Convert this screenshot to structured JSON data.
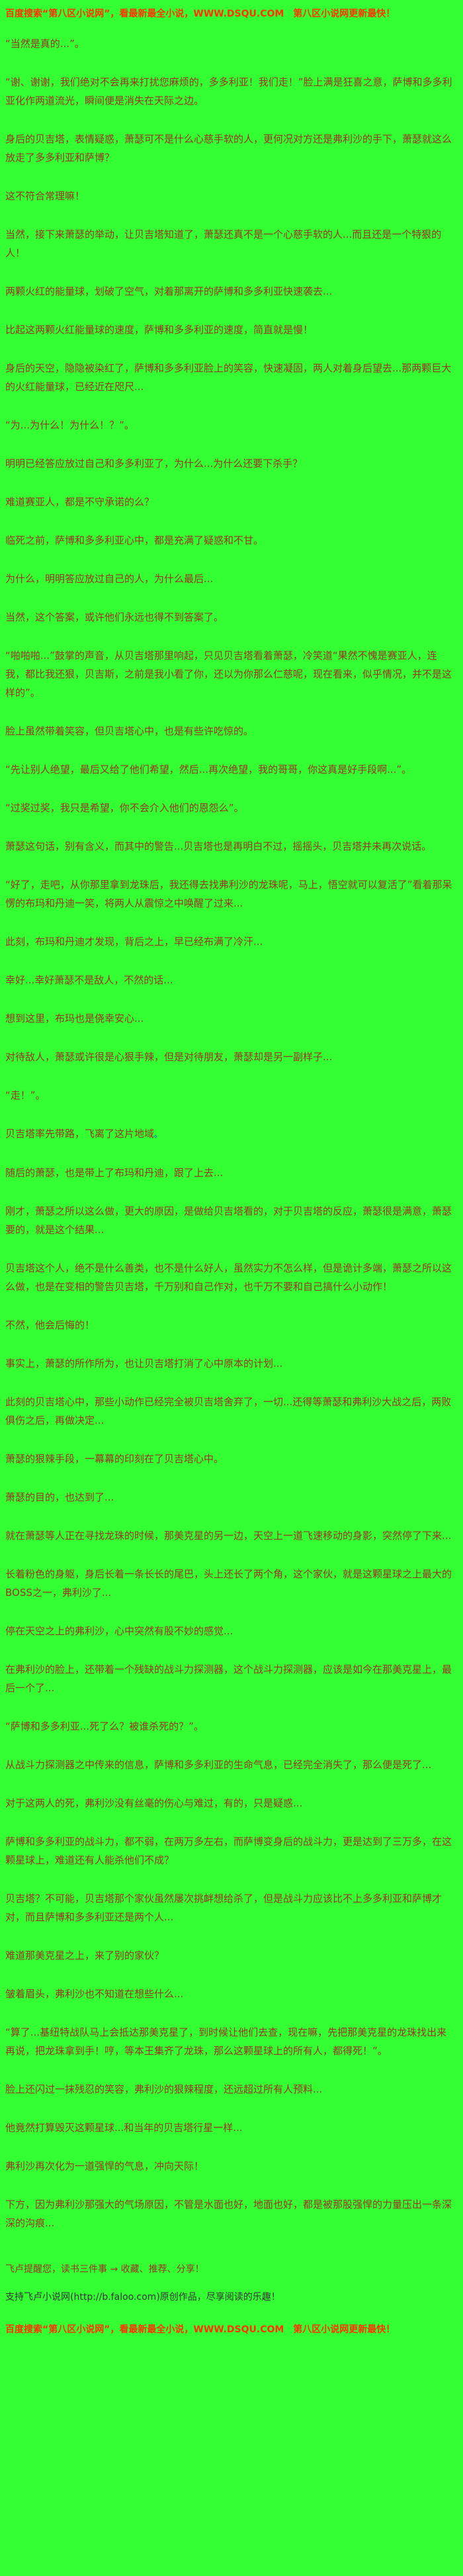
{
  "theme": {
    "background": "#33ff33",
    "body_text": "#993322",
    "notice_text": "#ff3300",
    "support_text": "#333333",
    "blue_mark": "#0033ff"
  },
  "site": {
    "name": "第八区小说网",
    "url": "WWW.DSQU.COM"
  },
  "header": {
    "notice": "百度搜索“第八区小说网”，看最新最全小说，WWW.DSQU.COM　第八区小说网更新最快！"
  },
  "content": {
    "paragraphs": [
      {
        "text": "“当然是真的...”。"
      },
      {
        "text": "“谢、谢谢，我们绝对不会再来打扰您麻烦的，多多利亚！我们走！”脸上满是狂喜之意，萨博和多多利亚化作两道流光，瞬间便是消失在天际之边。"
      },
      {
        "text": "身后的贝吉塔，表情疑惑，萧瑟可不是什么心慈手软的人，更何况对方还是弗利沙的手下，萧瑟就这么放走了多多利亚和萨博？"
      },
      {
        "text": "这不符合常理嘛！"
      },
      {
        "text": "当然，接下来萧瑟的举动，让贝吉塔知道了，萧瑟还真不是一个心慈手软的人...而且还是一个特狠的人！"
      },
      {
        "text": "两颗火红的能量球，划破了空气，对着那离开的萨博和多多利亚快速袭去..."
      },
      {
        "text": "比起这两颗火红能量球的速度，萨博和多多利亚的速度，简直就是慢！"
      },
      {
        "text": "身后的天空，隐隐被染红了，萨博和多多利亚脸上的笑容，快速凝固，两人对着身后望去...那两颗巨大的火红能量球，已经近在咫尺..."
      },
      {
        "text": "“为...为什么！为什么！？”。"
      },
      {
        "text": "明明已经答应放过自己和多多利亚了，为什么...为什么还要下杀手？"
      },
      {
        "text": "难道赛亚人，都是不守承诺的么？"
      },
      {
        "text": "临死之前，萨博和多多利亚心中，都是充满了疑惑和不甘。"
      },
      {
        "text": "为什么，明明答应放过自己的人，为什么最后..."
      },
      {
        "text": "当然，这个答案，或许他们永远也得不到答案了。"
      },
      {
        "text": "“啪啪啪...”鼓掌的声音，从贝吉塔那里响起，只见贝吉塔看着萧瑟，冷笑道“果然不愧是赛亚人，连我，都比我还狠，贝吉斯，之前是我小看了你，还以为你那么仁慈呢，现在看来，似乎情况，并不是这样的”。"
      },
      {
        "text": "脸上虽然带着笑容，但贝吉塔心中，也是有些许吃惊的。"
      },
      {
        "text": "“先让别人绝望，最后又给了他们希望，然后...再次绝望，我的哥哥，你这真是好手段啊...”。"
      },
      {
        "text": "“过奖过奖，我只是希望，你不会介入他们的恩怨么”。"
      },
      {
        "text": "萧瑟这句话，别有含义，而其中的警告...贝吉塔也是再明白不过，摇摇头，贝吉塔并未再次说话。"
      },
      {
        "text": "“好了，走吧，从你那里拿到龙珠后，我还得去找弗利沙的龙珠呢，马上，悟空就可以复活了”看着那呆愣的布玛和丹迪一笑，将两人从震惊之中唤醒了过来..."
      },
      {
        "text": "此刻，布玛和丹迪才发现，背后之上，早已经布满了冷汗..."
      },
      {
        "text": "幸好...幸好萧瑟不是敌人，不然的话..."
      },
      {
        "text": "想到这里，布玛也是侥幸安心..."
      },
      {
        "text": "对待敌人，萧瑟或许很是心狠手辣，但是对待朋友，萧瑟却是另一副样子..."
      },
      {
        "text": "“走！”。"
      },
      {
        "text": "贝吉塔率先带路，飞离了这片地域",
        "mark": "。"
      },
      {
        "text": "随后的萧瑟，也是带上了布玛和丹迪，跟了上去..."
      },
      {
        "text": "刚才，萧瑟之所以这么做，更大的原因，是做给贝吉塔看的，对于贝吉塔的反应，萧瑟很是满意，萧瑟要的，就是这个结果..."
      },
      {
        "text": "贝吉塔这个人，绝不是什么善类，也不是什么好人，虽然实力不怎么样，但是诡计多端，萧瑟之所以这么做，也是在变相的警告贝吉塔，千万别和自己作对，也千万不要和自己搞什么小动作！"
      },
      {
        "text": "不然，他会后悔的！"
      },
      {
        "text": "事实上，萧瑟的所作所为，也让贝吉塔打消了心中原本的计划..."
      },
      {
        "text": "此刻的贝吉塔心中，那些小动作已经完全被贝吉塔舍弃了，一切...还得等萧瑟和弗利沙大战之后，两败俱伤之后，再做决定..."
      },
      {
        "text": "萧瑟的狠辣手段，一幕幕的印刻在了贝吉塔心中。"
      },
      {
        "text": "萧瑟的目的，也达到了..."
      },
      {
        "text": "就在萧瑟等人正在寻找龙珠的时候，那美克星的另一边，天空上一道飞速移动的身影，突然停了下来..."
      },
      {
        "text": "长着粉色的身躯，身后长着一条长长的尾巴，头上还长了两个角，这个家伙，就是这颗星球之上最大的BOSS之一，弗利沙了..."
      },
      {
        "text": "停在天空之上的弗利沙，心中突然有股不妙的感觉..."
      },
      {
        "text": "在弗利沙的脸上，还带着一个残缺的战斗力探测器，这个战斗力探测器，应该是如今在那美克星上，最后一个了..."
      },
      {
        "text": "“萨博和多多利亚...死了么？被谁杀死的？”。"
      },
      {
        "text": "从战斗力探测器之中传来的信息，萨博和多多利亚的生命气息，已经完全消失了，那么便是死了..."
      },
      {
        "text": "对于这两人的死，弗利沙没有丝毫的伤心与难过，有的，只是疑惑..."
      },
      {
        "text": "萨博和多多利亚的战斗力，都不弱，在两万多左右，而萨博变身后的战斗力，更是达到了三万多，在这颗星球上，难道还有人能杀他们不成？"
      },
      {
        "text": "贝吉塔？不可能，贝吉塔那个家伙虽然屡次挑衅想给杀了，但是战斗力应该比不上多多利亚和萨博才对，而且萨博和多多利亚还是两个人..."
      },
      {
        "text": "难道那美克星之上，来了别的家伙？"
      },
      {
        "text": "皱着眉头，弗利沙也不知道在想些什么..."
      },
      {
        "text": "“算了...基纽特战队马上会抵达那美克星了，到时候让他们去查，现在嘛，先把那美克星的龙珠找出来再说，把龙珠拿到手！哼，等本王集齐了龙珠，那么这颗星球上的所有人，都得死！”。"
      },
      {
        "text": "脸上还闪过一抹残忍的笑容，弗利沙的狠辣程度，还远超过所有人预料..."
      },
      {
        "text": "他竟然打算毁灭这颗星球...和当年的贝吉塔行星一样..."
      },
      {
        "text": "弗利沙再次化为一道强悍的气息，冲向天际！"
      },
      {
        "text": "下方，因为弗利沙那强大的气场原因，不管是水面也好，地面也好，都是被那股强悍的力量压出一条深深的沟痕..."
      }
    ]
  },
  "footer": {
    "reading_tip": "飞卢提醒您，读书三件事 → 收藏、推荐、分享！",
    "support_line": "支持飞卢小说网(http://b.faloo.com)原创作品，尽享阅读的乐趣！",
    "notice": "百度搜索“第八区小说网”，看最新最全小说，WWW.DSQU.COM　第八区小说网更新最快！"
  }
}
